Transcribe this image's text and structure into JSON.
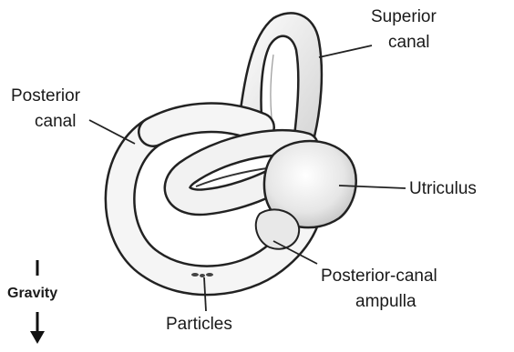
{
  "labels": {
    "superior_line1": "Superior",
    "superior_line2": "canal",
    "posterior_line1": "Posterior",
    "posterior_line2": "canal",
    "utriculus": "Utriculus",
    "ampulla_line1": "Posterior-canal",
    "ampulla_line2": "ampulla",
    "particles": "Particles",
    "gravity": "Gravity"
  },
  "icons": {
    "gravity_arrow": "down-arrow-icon"
  },
  "colors": {
    "outline": "#222222",
    "fill": "#f4f4f4",
    "shade": "#d8d8d8"
  }
}
